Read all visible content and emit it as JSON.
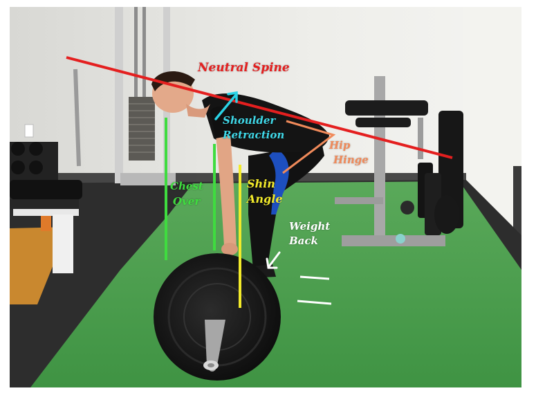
{
  "photo": {
    "subject": "person-performing-deadlift-setup",
    "colors": {
      "wall": "#e6e6e2",
      "turf": "#4fa150",
      "floor_mat": "#2a2a2a",
      "spine_line": "#e41f1f",
      "chest_line": "#3fdc3f",
      "shin_line": "#f2ea2a",
      "shoulder_arrow": "#2ad3e6",
      "hip_line": "#f08a5a",
      "weight_arrow": "#ffffff"
    }
  },
  "annotations": {
    "neutral_spine": {
      "text": "Neutral Spine",
      "color": "#e41f1f"
    },
    "shoulder": {
      "line1": "Shoulder",
      "line2": "Retraction",
      "color": "#3fd8e8"
    },
    "hip": {
      "line1": "Hip",
      "line2": "Hinge",
      "color": "#f08a5a"
    },
    "chest": {
      "line1": "Chest",
      "line2": "Over",
      "color": "#3fdc3f"
    },
    "shin": {
      "line1": "Shin",
      "line2": "Angle",
      "color": "#f2ea2a"
    },
    "weight": {
      "line1": "Weight",
      "line2": "Back",
      "color": "#ffffff"
    }
  }
}
